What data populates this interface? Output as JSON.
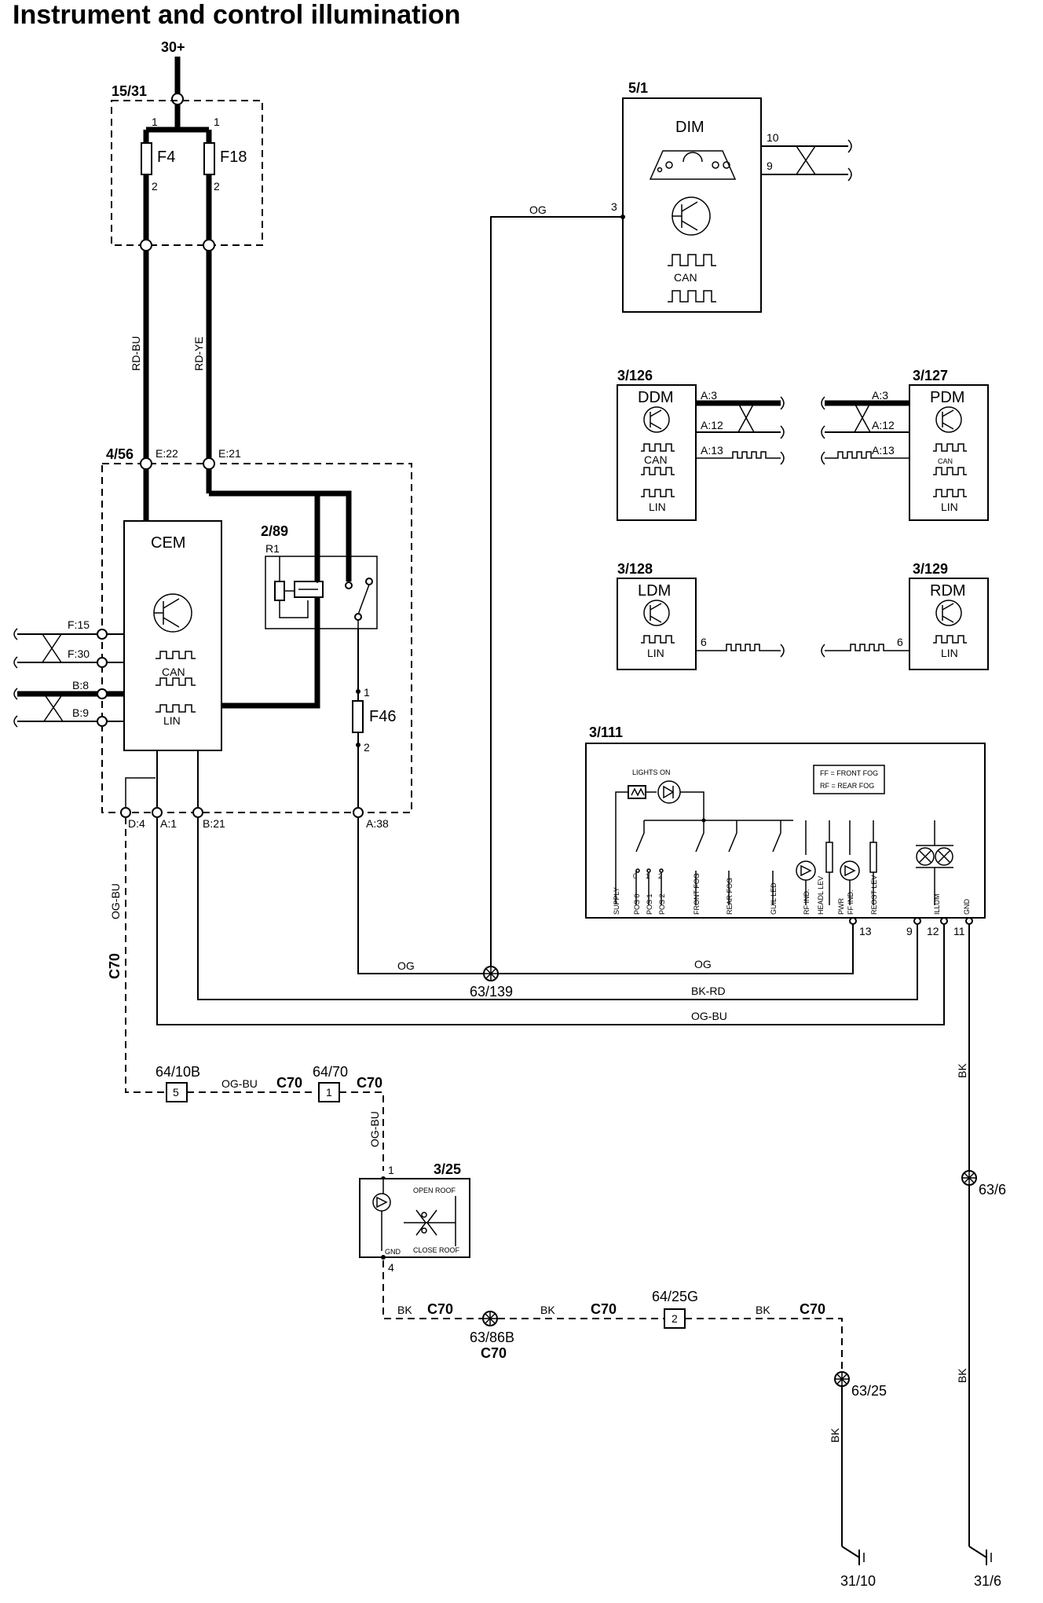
{
  "title": "Instrument and control illumination",
  "supply": "30+",
  "fuse_box": {
    "id": "15/31",
    "fuses": [
      "F4",
      "F18"
    ],
    "pin_in": "1",
    "pin_out": "2"
  },
  "wires": {
    "rd_bu": "RD-BU",
    "rd_ye": "RD-YE",
    "og": "OG",
    "bk_rd": "BK-RD",
    "og_bu": "OG-BU",
    "bk": "BK",
    "c70": "C70"
  },
  "cem": {
    "id": "4/56",
    "name": "CEM",
    "can": "CAN",
    "lin": "LIN",
    "pins_top": [
      "E:22",
      "E:21"
    ],
    "pins_left": [
      "F:15",
      "F:30",
      "B:8",
      "B:9"
    ],
    "pins_bottom": [
      "D:4",
      "A:1",
      "B:21",
      "A:38"
    ]
  },
  "relay": {
    "id": "2/89",
    "name": "R1"
  },
  "fuse_f46": {
    "name": "F46",
    "pin1": "1",
    "pin2": "2"
  },
  "dim": {
    "id": "5/1",
    "name": "DIM",
    "can": "CAN",
    "pins": [
      "10",
      "9",
      "3"
    ]
  },
  "ddm": {
    "id": "3/126",
    "name": "DDM",
    "can": "CAN",
    "lin": "LIN",
    "pins": [
      "A:3",
      "A:12",
      "A:13"
    ]
  },
  "pdm": {
    "id": "3/127",
    "name": "PDM",
    "can": "CAN",
    "lin": "LIN",
    "pins": [
      "A:3",
      "A:12",
      "A:13"
    ]
  },
  "ldm": {
    "id": "3/128",
    "name": "LDM",
    "lin": "LIN",
    "pin": "6"
  },
  "rdm": {
    "id": "3/129",
    "name": "RDM",
    "lin": "LIN",
    "pin": "6"
  },
  "lsm": {
    "id": "3/111",
    "lights_on": "LIGHTS ON",
    "legend": [
      "FF = FRONT FOG",
      "RF = REAR FOG"
    ],
    "terminals": [
      "SUPPLY",
      "POS 0",
      "POS 1",
      "POS 2",
      "FRONT FOG",
      "REAR FOG",
      "GUIL LED",
      "RF IND.",
      "HEADL LEV",
      "PWR",
      "FF IND.",
      "REOST LEV",
      "ILLUM",
      "GND"
    ],
    "pos_marks": [
      "0",
      "1",
      "2"
    ],
    "pins": [
      "13",
      "9",
      "12",
      "11"
    ]
  },
  "splices": [
    "63/139",
    "63/6",
    "63/86B",
    "63/25"
  ],
  "connectors": {
    "c1": {
      "id": "64/10B",
      "pin": "5"
    },
    "c2": {
      "id": "64/70",
      "pin": "1"
    },
    "c3": {
      "id": "64/25G",
      "pin": "2"
    }
  },
  "roof_switch": {
    "id": "3/25",
    "open": "OPEN ROOF",
    "close": "CLOSE ROOF",
    "gnd": "GND",
    "pin_top": "1",
    "pin_bottom": "4"
  },
  "c70_under_splice": "C70",
  "grounds": [
    "31/10",
    "31/6"
  ]
}
